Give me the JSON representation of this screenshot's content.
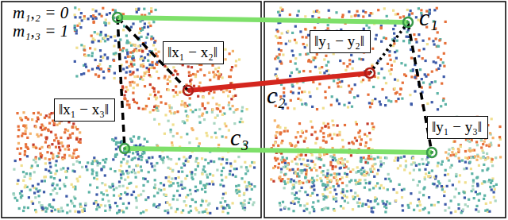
{
  "diagram": {
    "nodes": [
      {
        "text": [
          "‖x₁ − x₂‖"
        ]
      },
      {
        "text": [
          "‖x₁ − x₃‖"
        ]
      },
      {
        "text": [
          "‖y₁ − y₂‖"
        ]
      },
      {
        "text": [
          "‖y₁ − y₃‖"
        ]
      }
    ],
    "labels": [
      "m₁,₂ = 0",
      "m₁,₃ = 1",
      "c₁",
      "c₂",
      "c₃"
    ]
  }
}
